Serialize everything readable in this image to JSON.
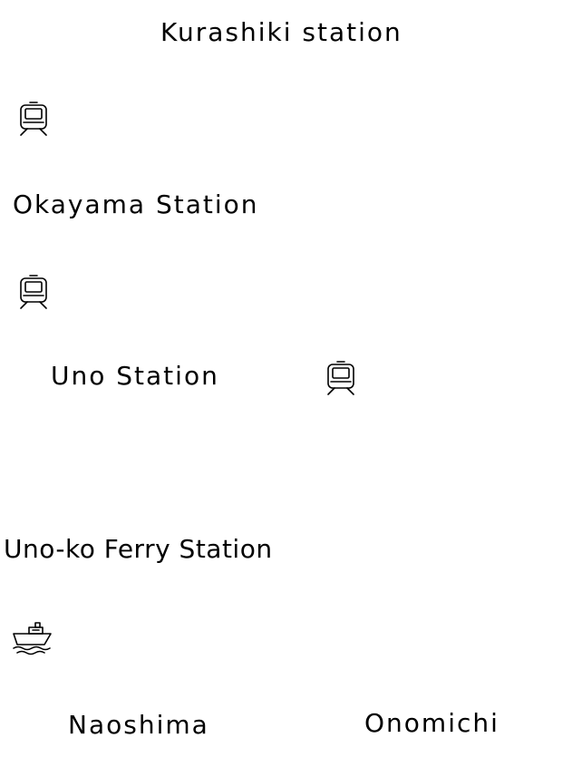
{
  "stations": {
    "kurashiki": "Kurashiki station",
    "okayama": "Okayama Station",
    "uno": "Uno Station",
    "unoko": "Uno-ko Ferry Station",
    "naoshima": "Naoshima",
    "onomichi": "Onomichi"
  },
  "icons": {
    "train": "train-icon",
    "ferry": "ferry-icon"
  }
}
